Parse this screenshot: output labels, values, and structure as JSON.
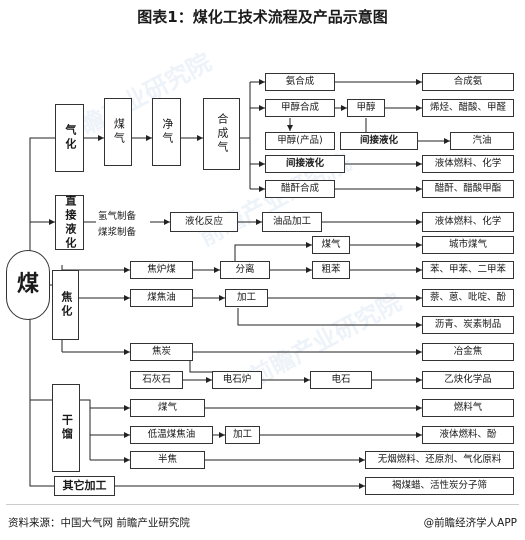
{
  "title": "图表1：煤化工技术流程及产品示意图",
  "root": "煤",
  "gasification": {
    "category": "气化",
    "coal_gas": "煤气",
    "purify": "净气",
    "syngas": "合成气",
    "ammonia": "氨合成",
    "ammonia_product": "合成氨",
    "methanol_syn": "甲醇合成",
    "methanol": "甲醇",
    "methanol_product": "甲醇(产品)",
    "indirect_1": "间接液化",
    "olefin_product": "烯烃、醋酸、甲醛",
    "gasoline_product": "汽油",
    "indirect_2": "间接液化",
    "fuel_product_1": "液体燃料、化学",
    "acetic_syn": "醋酐合成",
    "acetic_product": "醋酐、醋酸甲酯"
  },
  "direct_liquefaction": {
    "category": "直接液化",
    "hydrogen_prep": "氢气制备",
    "slurry_prep": "煤浆制备",
    "reaction": "液化反应",
    "oil_processing": "油品加工",
    "fuel_product_2": "液体燃料、化学"
  },
  "coking": {
    "category": "焦化",
    "coke_oven_gas": "焦炉煤",
    "coal_gas": "煤气",
    "separation": "分离",
    "city_gas": "城市煤气",
    "crude_benzene": "粗苯",
    "benzene_product": "苯、甲苯、二甲苯",
    "coal_tar": "煤焦油",
    "processing": "加工",
    "naphthalene_product": "萘、蒽、吡啶、酚",
    "pitch_product": "沥青、炭素制品",
    "coke": "焦炭",
    "metallurgical_coke": "冶金焦",
    "limestone": "石灰石",
    "arc_furnace": "电石炉",
    "calcium_carbide": "电石",
    "acetylene_product": "乙炔化学品"
  },
  "dry_distillation": {
    "category": "干馏",
    "gas": "煤气",
    "fuel_gas": "燃料气",
    "low_temp_tar": "低温煤焦油",
    "processing": "加工",
    "fuel_product_3": "液体燃料、酚",
    "semi_coke": "半焦",
    "smokeless_product": "无烟燃料、还原剂、气化原料"
  },
  "other": {
    "category": "其它加工",
    "wax_product": "褐煤蜡、活性炭分子筛"
  },
  "source": "资料来源：中国大气网 前瞻产业研究院",
  "credit": "@前瞻经济学人APP",
  "watermark_1": "前瞻产业研究院",
  "watermark_2": "前瞻产业研究院",
  "watermark_3": "前瞻产业研究院"
}
